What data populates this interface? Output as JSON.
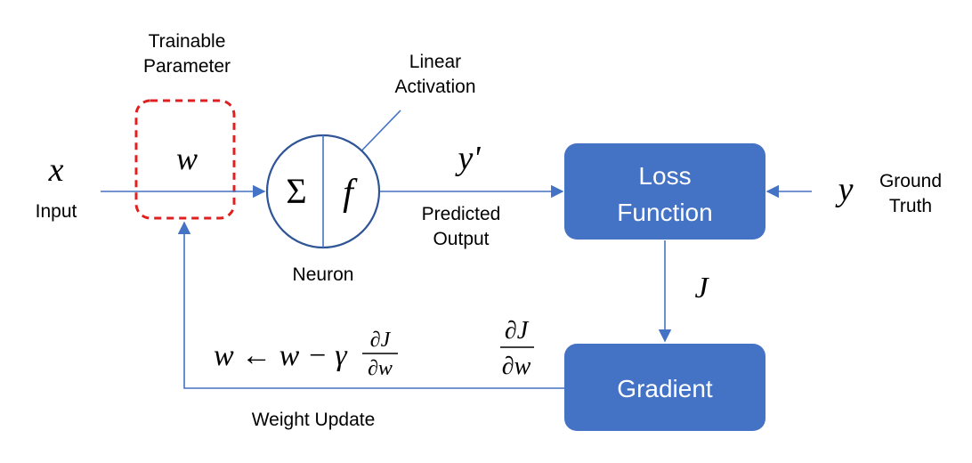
{
  "labels": {
    "trainable_line1": "Trainable",
    "trainable_line2": "Parameter",
    "linear_line1": "Linear",
    "linear_line2": "Activation",
    "input": "Input",
    "neuron": "Neuron",
    "predicted_line1": "Predicted",
    "predicted_line2": "Output",
    "ground_line1": "Ground",
    "ground_line2": "Truth",
    "weight_update": "Weight Update"
  },
  "symbols": {
    "x": "x",
    "w": "w",
    "sigma": "Σ",
    "f": "f",
    "y_pred": "y'",
    "y": "y",
    "J": "J",
    "update_lhs": "w ← w  − γ",
    "grad_num": "∂J",
    "grad_den": "∂w"
  },
  "boxes": {
    "loss_line1": "Loss",
    "loss_line2": "Function",
    "gradient": "Gradient"
  },
  "colors": {
    "box_fill": "#4472c4",
    "arrow": "#4472c4",
    "dashed": "#e02020",
    "neuron_stroke": "#2f5597"
  }
}
